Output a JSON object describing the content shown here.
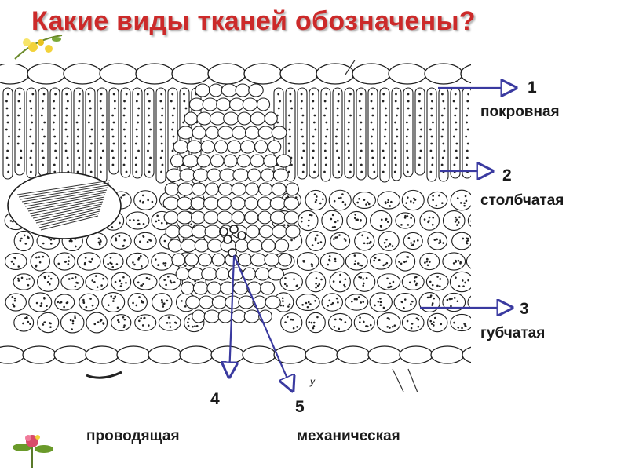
{
  "title": "Какие виды тканей обозначены?",
  "labels": [
    {
      "num": "1",
      "name": "покровная"
    },
    {
      "num": "2",
      "name": "столбчатая"
    },
    {
      "num": "3",
      "name": "губчатая"
    },
    {
      "num": "4",
      "name": "проводящая"
    },
    {
      "num": "5",
      "name": "механическая"
    }
  ],
  "diagram_marks": {
    "y": "у"
  },
  "colors": {
    "title": "#cc2a2a",
    "arrow": "#3a3aa0",
    "text": "#1a1a1a"
  }
}
